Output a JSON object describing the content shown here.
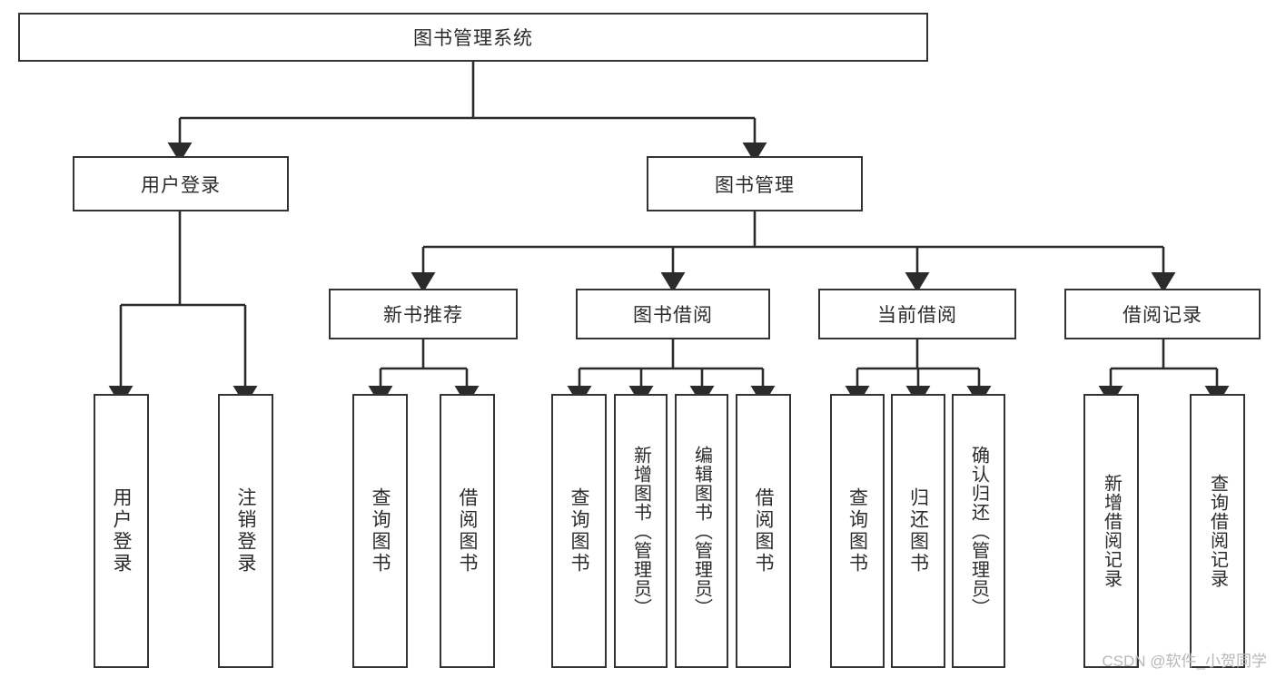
{
  "diagram": {
    "title": "图书管理系统",
    "type": "tree-hierarchy-chart",
    "orientation": "top-down",
    "colors": {
      "node_border": "#333333",
      "node_fill": "#ffffff",
      "edge": "#2b2b2b",
      "text": "#2b2b2b",
      "watermark": "#b8b8b8",
      "background": "#ffffff"
    }
  },
  "root": {
    "label": "图书管理系统"
  },
  "level2": [
    {
      "label": "用户登录"
    },
    {
      "label": "图书管理"
    }
  ],
  "level3": [
    {
      "label": "新书推荐"
    },
    {
      "label": "图书借阅"
    },
    {
      "label": "当前借阅"
    },
    {
      "label": "借阅记录"
    }
  ],
  "leaves": {
    "user_login": [
      {
        "label": "用户登录"
      },
      {
        "label": "注销登录"
      }
    ],
    "new_book": [
      {
        "label": "查询图书"
      },
      {
        "label": "借阅图书"
      }
    ],
    "book_borrow": [
      {
        "label": "查询图书"
      },
      {
        "label": "新增图书（管理员）"
      },
      {
        "label": "编辑图书（管理员）"
      },
      {
        "label": "借阅图书"
      }
    ],
    "current_borrow": [
      {
        "label": "查询图书"
      },
      {
        "label": "归还图书"
      },
      {
        "label": "确认归还（管理员）"
      }
    ],
    "borrow_record": [
      {
        "label": "新增借阅记录"
      },
      {
        "label": "查询借阅记录"
      }
    ]
  },
  "watermark": {
    "text": "CSDN @软件_小贺同学"
  }
}
